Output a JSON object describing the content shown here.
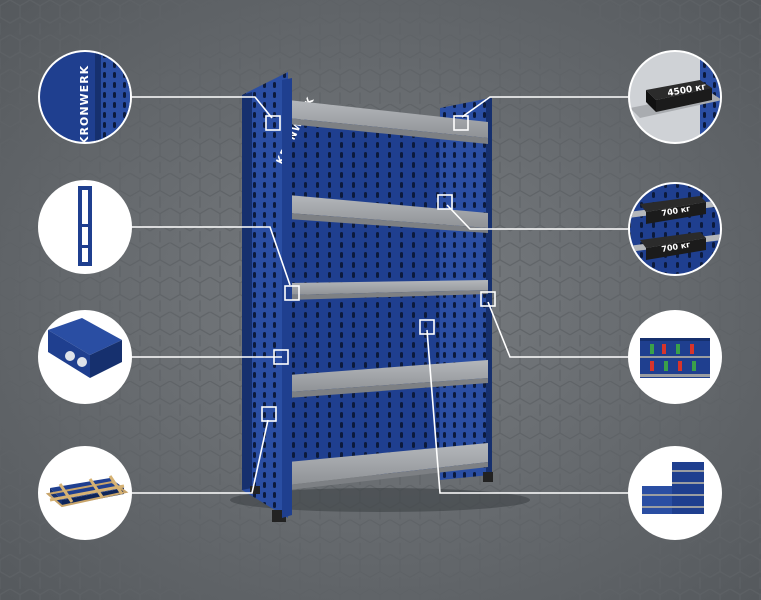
{
  "brand": {
    "logo_text": "KRONWERK"
  },
  "colors": {
    "background": "#6b6f73",
    "frame_blue": "#1f3f8f",
    "frame_blue_dark": "#16306e",
    "shelf_gray": "#9a9da1",
    "callout_line": "#ffffff"
  },
  "callouts": {
    "left": [
      {
        "name": "logo-detail",
        "icon": "upright-logo-closeup"
      },
      {
        "name": "frame-detail",
        "icon": "upright-frame-icon"
      },
      {
        "name": "beam-detail",
        "icon": "beam-holes-closeup"
      },
      {
        "name": "packaging-detail",
        "icon": "pallet-package-icon"
      }
    ],
    "right": [
      {
        "name": "load-4500",
        "icon": "weight-closeup",
        "label": "4500 кг"
      },
      {
        "name": "load-700",
        "icon": "shelf-weights-closeup",
        "labels": [
          "700 кг",
          "700 кг"
        ]
      },
      {
        "name": "accessories-detail",
        "icon": "colored-bins-icon"
      },
      {
        "name": "extension-detail",
        "icon": "rack-extension-icon"
      }
    ]
  }
}
